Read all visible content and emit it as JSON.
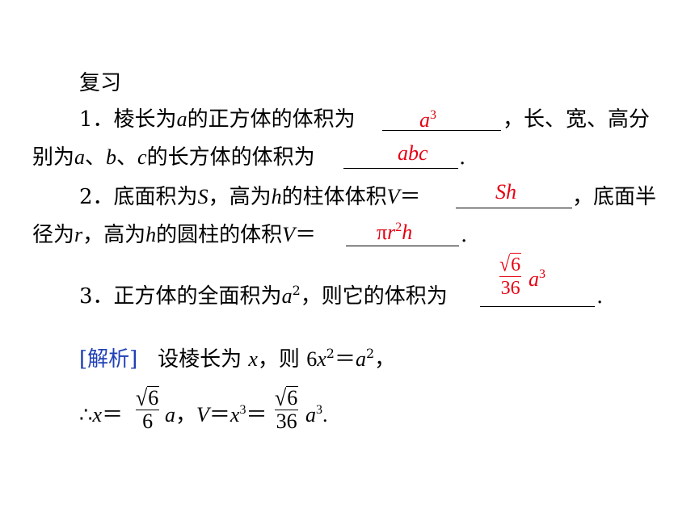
{
  "review_title": "复习",
  "q1": {
    "number": "1．",
    "text_a": "棱长为",
    "var_a": "a",
    "text_b": "的正方体的体积为",
    "answer_a": "a",
    "answer_a_exp": "3",
    "text_c": "，长、宽、高分",
    "line2_a": "别为",
    "var_a2": "a",
    "sep1": "、",
    "var_b": "b",
    "sep2": "、",
    "var_c": "c",
    "line2_b": "的长方体的体积为",
    "answer_abc": "abc",
    "end": "."
  },
  "q2": {
    "number": "2．",
    "text_a": "底面积为",
    "var_S": "S",
    "text_b": "，高为",
    "var_h": "h",
    "text_c": "的柱体体积",
    "var_V": "V",
    "eq": "＝",
    "answer_Sh": "Sh",
    "text_d": "，底面半",
    "line2_a": "径为",
    "var_r": "r",
    "line2_b": "，高为",
    "var_h2": "h",
    "line2_c": "的圆柱的体积",
    "var_V2": "V",
    "eq2": "＝",
    "answer_pi": "π",
    "answer_r": "r",
    "answer_r_exp": "2",
    "answer_h": "h",
    "end": "."
  },
  "q3": {
    "number": "3．",
    "text_a": "正方体的全面积为",
    "var_a": "a",
    "var_a_exp": "2",
    "text_b": "，则它的体积为",
    "answer_num": "6",
    "answer_den": "36",
    "answer_var": "a",
    "answer_exp": "3",
    "end": "."
  },
  "solution": {
    "label": "[解析]",
    "line1_a": "设棱长为",
    "var_x": "x",
    "line1_b": "，则",
    "eq_coef": "6",
    "eq_x": "x",
    "eq_x_exp": "2",
    "eq_sign": "＝",
    "eq_a": "a",
    "eq_a_exp": "2",
    "eq_end": "，",
    "therefore": "∴",
    "line2_x": "x",
    "line2_eq": "＝",
    "frac1_num": "6",
    "frac1_den": "6",
    "line2_a": "a",
    "line2_comma": "，",
    "line2_V": "V",
    "line2_eq2": "＝",
    "line2_x2": "x",
    "line2_x2_exp": "3",
    "line2_eq3": "＝",
    "frac2_num": "6",
    "frac2_den": "36",
    "line2_a2": "a",
    "line2_a2_exp": "3",
    "line2_end": "."
  }
}
